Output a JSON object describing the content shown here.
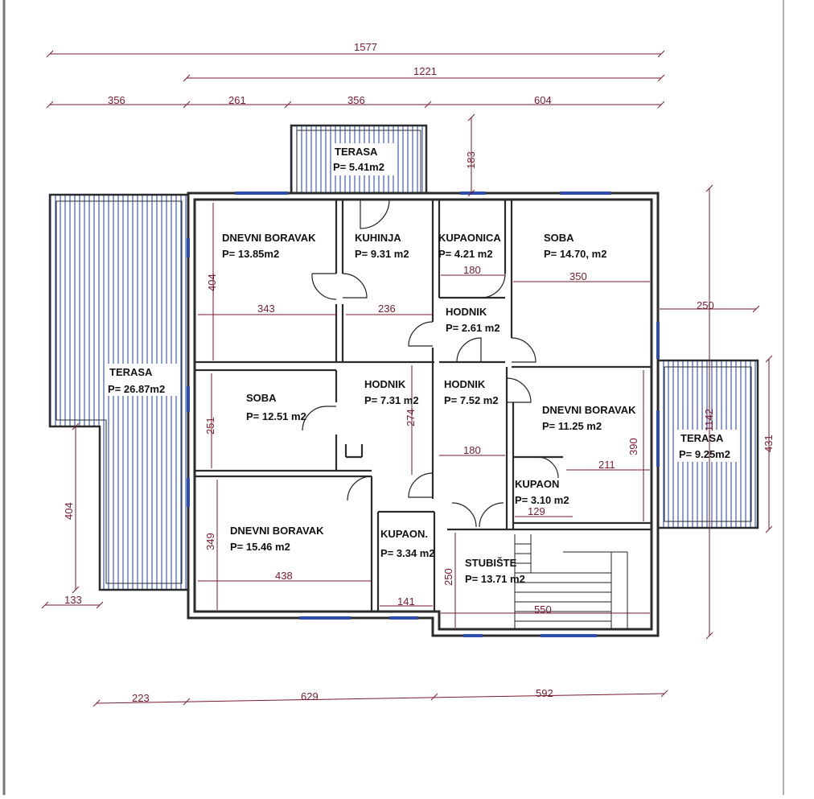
{
  "dimensions": {
    "top_total": "1577",
    "top_sub": "1221",
    "top_row": [
      "356",
      "261",
      "356",
      "604"
    ],
    "bottom_row": [
      "223",
      "629",
      "592"
    ],
    "left_terrace": "404",
    "left_bottom": "133",
    "right_overall": "1142",
    "right_terrace": "431",
    "right_offset": "250",
    "top_terrace": "183"
  },
  "rooms": [
    {
      "id": "terasa-top",
      "name": "TERASA",
      "area": "P= 5.41m2"
    },
    {
      "id": "terasa-left",
      "name": "TERASA",
      "area": "P= 26.87m2"
    },
    {
      "id": "terasa-right",
      "name": "TERASA",
      "area": "P= 9.25m2"
    },
    {
      "id": "dnevni-1",
      "name": "DNEVNI BORAVAK",
      "area": "P= 13.85m2"
    },
    {
      "id": "kuhinja",
      "name": "KUHINJA",
      "area": "P= 9.31 m2"
    },
    {
      "id": "kupaonica",
      "name": "KUPAONICA",
      "area": "P= 4.21 m2"
    },
    {
      "id": "soba-1",
      "name": "SOBA",
      "area": "P= 14.70, m2"
    },
    {
      "id": "hodnik-1",
      "name": "HODNIK",
      "area": "P= 2.61 m2"
    },
    {
      "id": "soba-2",
      "name": "SOBA",
      "area": "P= 12.51 m2"
    },
    {
      "id": "hodnik-2",
      "name": "HODNIK",
      "area": "P= 7.31 m2"
    },
    {
      "id": "hodnik-3",
      "name": "HODNIK",
      "area": "P= 7.52 m2"
    },
    {
      "id": "dnevni-2",
      "name": "DNEVNI BORAVAK",
      "area": "P= 11.25 m2"
    },
    {
      "id": "kupaon-1",
      "name": "KUPAON",
      "area": "P= 3.10 m2"
    },
    {
      "id": "dnevni-3",
      "name": "DNEVNI BORAVAK",
      "area": "P= 15.46 m2"
    },
    {
      "id": "kupaon-2",
      "name": "KUPAON.",
      "area": "P= 3.34 m2"
    },
    {
      "id": "stubiste",
      "name": "STUBIŠTE",
      "area": "P= 13.71 m2"
    }
  ],
  "interior_dims": {
    "dnevni1_w": "343",
    "dnevni1_h": "404",
    "kuhinja_w": "236",
    "kupaonica_w": "180",
    "soba1_w": "350",
    "soba2_h": "251",
    "hodnik2_h": "274",
    "hodnik3_w": "180",
    "dnevni2_w": "211",
    "dnevni2_h": "390",
    "kupaon1_w": "129",
    "dnevni3_w": "438",
    "dnevni3_h": "349",
    "kupaon2_w": "141",
    "stubiste_h": "250",
    "stubiste_w": "550"
  },
  "colors": {
    "wall": "#2b2b2b",
    "dimension": "#7a1a2e",
    "window": "#2c4da8",
    "terrace_hatch": "#2c4da8"
  }
}
